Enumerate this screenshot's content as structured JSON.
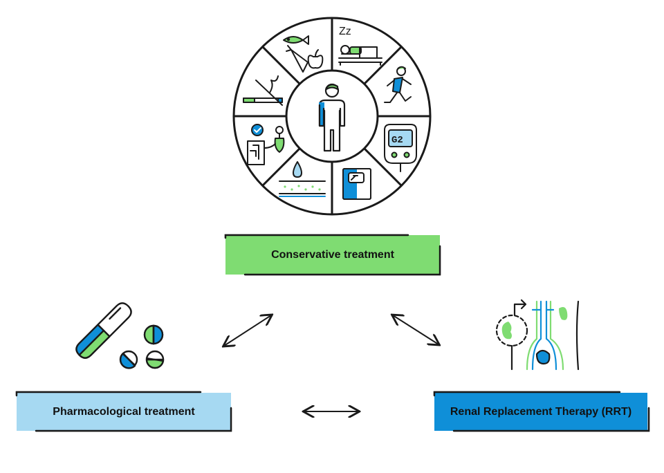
{
  "labels": {
    "conservative": "Conservative treatment",
    "pharmacological": "Pharmacological treatment",
    "rrt": "Renal Replacement Therapy (RRT)"
  },
  "wheel": {
    "sleep_text": "Zz",
    "meter_text": "G2"
  },
  "colors": {
    "green": "#7fdc72",
    "light_blue": "#a6d9f2",
    "blue": "#0f8fd8",
    "outline": "#1a1a1a"
  },
  "icons": [
    "healthy-diet-icon",
    "sleep-icon",
    "exercise-icon",
    "glucose-meter-icon",
    "weighing-scale-icon",
    "hydration-icon",
    "blood-pressure-icon",
    "no-smoking-icon",
    "person-icon",
    "pills-icon",
    "kidney-transplant-icon"
  ]
}
